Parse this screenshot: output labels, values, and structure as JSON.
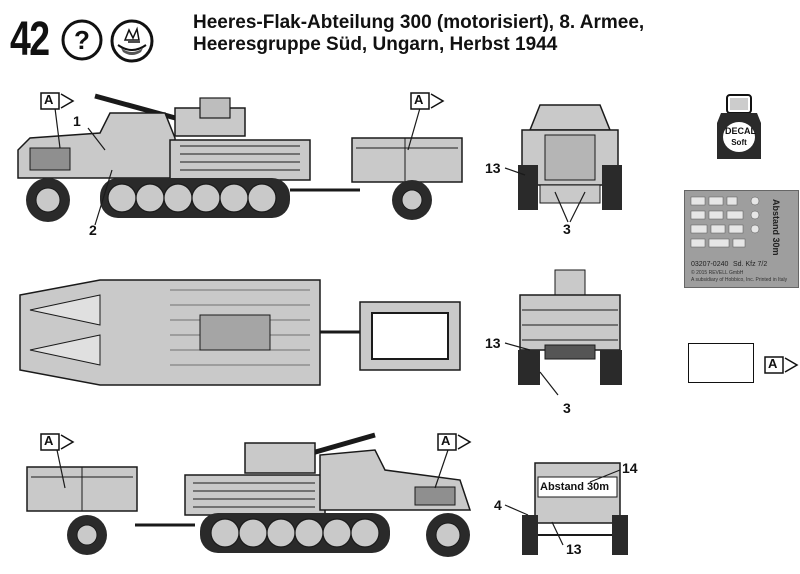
{
  "header": {
    "step_number": "42",
    "help_icon": "question-circle-icon",
    "decal_soak_icon": "decal-soak-hand-icon",
    "title_line1": "Heeres-Flak-Abteilung 300 (motorisiert), 8. Armee,",
    "title_line2": "Heeresgruppe Süd, Ungarn, Herbst 1944"
  },
  "flag_letter": "A",
  "callouts": {
    "n1": "1",
    "n2": "2",
    "n3a": "3",
    "n3b": "3",
    "n13a": "13",
    "n13b": "13",
    "n13c": "13",
    "n4": "4",
    "n14": "14"
  },
  "trailer_sign_text": "Abstand 30m",
  "decal_bottle": {
    "line1": "DECAL",
    "line2": "Soft"
  },
  "decal_sheet": {
    "code": "03207-0240",
    "vehicle": "Sd. Kfz 7/2",
    "copyright": "© 2015 REVELL GmbH",
    "footer": "A subsidiary of Hobbico, Inc. Printed in Italy",
    "sideways": "Abstand 30m"
  },
  "colors": {
    "line": "#1a1a1a",
    "vehicle_fill": "#c9c9c9",
    "track": "#2a2a2a"
  }
}
